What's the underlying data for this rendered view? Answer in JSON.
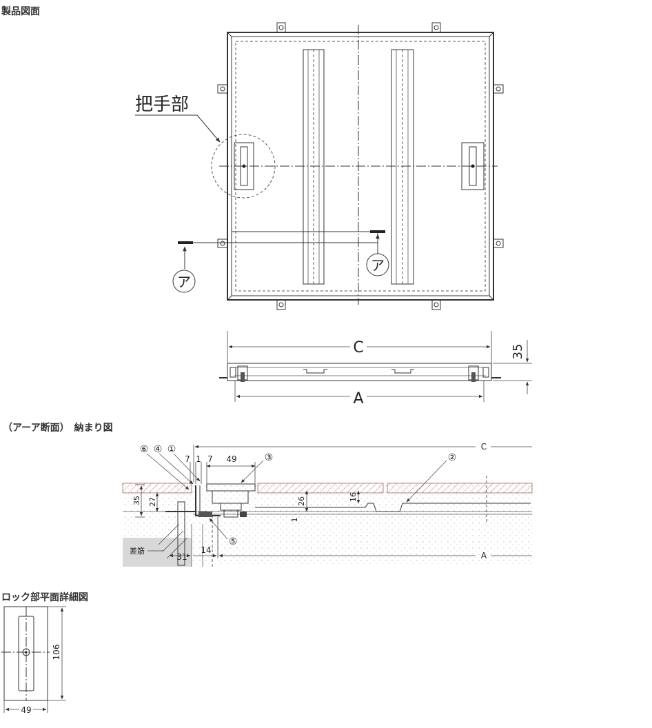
{
  "headings": {
    "product_drawing": "製品図面",
    "section": "（アーア断面）　納まり図",
    "lock_detail": "ロック部平面詳細図"
  },
  "plan": {
    "handle_label": "把手部",
    "section_marker": "ア"
  },
  "side_view": {
    "dim_c": "C",
    "dim_a": "A",
    "dim_height": "35"
  },
  "section_view": {
    "parts": [
      "⑥",
      "④",
      "①",
      "③",
      "②",
      "⑤"
    ],
    "dims": {
      "d7a": "7",
      "d1": "1",
      "d7b": "7",
      "d49": "49",
      "d35": "35",
      "d27": "27",
      "d26": "26",
      "d16": "16",
      "d1b": "1",
      "d31": "31",
      "d14": "14",
      "dc": "C",
      "da": "A"
    },
    "rebar_label": "差筋"
  },
  "lock_view": {
    "width": "49",
    "height": "106"
  }
}
